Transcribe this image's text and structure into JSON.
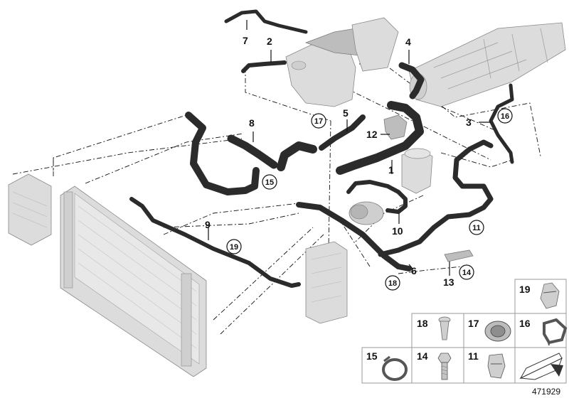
{
  "callouts": {
    "c1": "1",
    "c2": "2",
    "c3": "3",
    "c4": "4",
    "c5": "5",
    "c6": "6",
    "c7": "7",
    "c8": "8",
    "c9": "9",
    "c10": "10",
    "c12": "12",
    "c13": "13"
  },
  "circled": {
    "c11": "11",
    "c14": "14",
    "c15": "15",
    "c16": "16",
    "c17": "17",
    "c18": "18",
    "c19": "19"
  },
  "legend": {
    "items": [
      "19",
      "18",
      "17",
      "16",
      "15",
      "14",
      "11"
    ]
  },
  "reference_number": "471929",
  "colors": {
    "hose": "#2b2b2b",
    "part": "#dcdcdc",
    "outline": "#888888"
  }
}
